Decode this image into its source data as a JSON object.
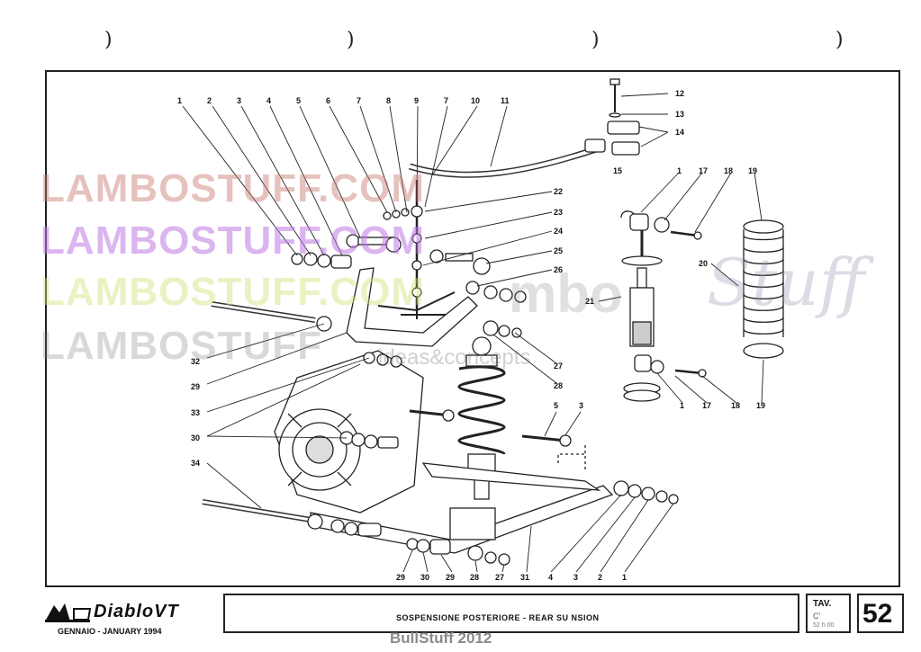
{
  "callouts": [
    {
      "id": "c1",
      "text": "1"
    },
    {
      "id": "c2",
      "text": "2"
    },
    {
      "id": "c3",
      "text": "3"
    },
    {
      "id": "c4",
      "text": "4"
    },
    {
      "id": "c5",
      "text": "5"
    },
    {
      "id": "c6",
      "text": "6"
    },
    {
      "id": "c7",
      "text": "7"
    },
    {
      "id": "c8",
      "text": "8"
    },
    {
      "id": "c9",
      "text": "9"
    },
    {
      "id": "c7b",
      "text": "7"
    },
    {
      "id": "c10",
      "text": "10"
    },
    {
      "id": "c11",
      "text": "11"
    },
    {
      "id": "c12",
      "text": "12"
    },
    {
      "id": "c13",
      "text": "13"
    },
    {
      "id": "c14",
      "text": "14"
    },
    {
      "id": "c15",
      "text": "15"
    },
    {
      "id": "c22",
      "text": "22"
    },
    {
      "id": "c23",
      "text": "23"
    },
    {
      "id": "c24",
      "text": "24"
    },
    {
      "id": "c25",
      "text": "25"
    },
    {
      "id": "c26",
      "text": "26"
    },
    {
      "id": "c1r",
      "text": "1"
    },
    {
      "id": "c17",
      "text": "17"
    },
    {
      "id": "c18",
      "text": "18"
    },
    {
      "id": "c19",
      "text": "19"
    },
    {
      "id": "c20",
      "text": "20"
    },
    {
      "id": "c21",
      "text": "21"
    },
    {
      "id": "c27",
      "text": "27"
    },
    {
      "id": "c28",
      "text": "28"
    },
    {
      "id": "c32",
      "text": "32"
    },
    {
      "id": "c29",
      "text": "29"
    },
    {
      "id": "c33",
      "text": "33"
    },
    {
      "id": "c30",
      "text": "30"
    },
    {
      "id": "c34",
      "text": "34"
    },
    {
      "id": "c5m",
      "text": "5"
    },
    {
      "id": "c3m",
      "text": "3"
    },
    {
      "id": "c1rb",
      "text": "1"
    },
    {
      "id": "c17b",
      "text": "17"
    },
    {
      "id": "c18b",
      "text": "18"
    },
    {
      "id": "c19b",
      "text": "19"
    },
    {
      "id": "b29",
      "text": "29"
    },
    {
      "id": "b30",
      "text": "30"
    },
    {
      "id": "b29b",
      "text": "29"
    },
    {
      "id": "b28",
      "text": "28"
    },
    {
      "id": "b27",
      "text": "27"
    },
    {
      "id": "b31",
      "text": "31"
    },
    {
      "id": "b4",
      "text": "4"
    },
    {
      "id": "b3",
      "text": "3"
    },
    {
      "id": "b2",
      "text": "2"
    },
    {
      "id": "b1",
      "text": "1"
    }
  ],
  "watermarks": {
    "line1": "LAMBOSTUFF.COM",
    "line2": "LAMBOSTUFF.COM",
    "line3": "LAMBOSTUFF.COM",
    "line4": "LAMBOSTUFF",
    "tagline": "ideas&concepts",
    "brand": "mbo",
    "script": "Stuff",
    "footer": "BullStuff 2012"
  },
  "title_block": {
    "title": "SOSPENSIONE POSTERIORE - REAR SU     NSION",
    "tav_label": "TAV.",
    "tav_value": "C'",
    "tav_small": "52 h  00",
    "page": "52",
    "logo_text": "DiabloVT",
    "date": "GENNAIO - JANUARY 1994"
  },
  "binder_marks": [
    ")",
    ")",
    ")",
    ")"
  ]
}
